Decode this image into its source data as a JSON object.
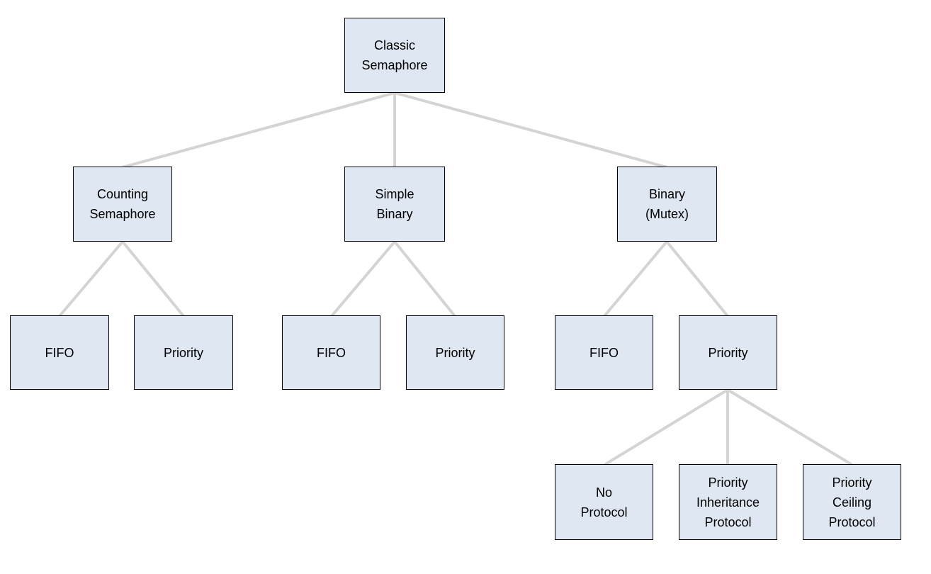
{
  "diagram": {
    "type": "tree",
    "colors": {
      "background": "#ffffff",
      "node_fill": "#dfe7f2",
      "node_border": "#000000",
      "text": "#000000",
      "connector": "#d4d4d4"
    },
    "nodes": {
      "classic_semaphore": {
        "label": "Classic\nSemaphore"
      },
      "counting_semaphore": {
        "label": "Counting\nSemaphore"
      },
      "simple_binary": {
        "label": "Simple\nBinary"
      },
      "binary_mutex": {
        "label": "Binary\n(Mutex)"
      },
      "counting_fifo": {
        "label": "FIFO"
      },
      "counting_priority": {
        "label": "Priority"
      },
      "simple_fifo": {
        "label": "FIFO"
      },
      "simple_priority": {
        "label": "Priority"
      },
      "binary_fifo": {
        "label": "FIFO"
      },
      "binary_priority": {
        "label": "Priority"
      },
      "no_protocol": {
        "label": "No\nProtocol"
      },
      "priority_inheritance_protocol": {
        "label": "Priority\nInheritance\nProtocol"
      },
      "priority_ceiling_protocol": {
        "label": "Priority\nCeiling\nProtocol"
      }
    },
    "edges": [
      {
        "from": "classic_semaphore",
        "to": "counting_semaphore"
      },
      {
        "from": "classic_semaphore",
        "to": "simple_binary"
      },
      {
        "from": "classic_semaphore",
        "to": "binary_mutex"
      },
      {
        "from": "counting_semaphore",
        "to": "counting_fifo"
      },
      {
        "from": "counting_semaphore",
        "to": "counting_priority"
      },
      {
        "from": "simple_binary",
        "to": "simple_fifo"
      },
      {
        "from": "simple_binary",
        "to": "simple_priority"
      },
      {
        "from": "binary_mutex",
        "to": "binary_fifo"
      },
      {
        "from": "binary_mutex",
        "to": "binary_priority"
      },
      {
        "from": "binary_priority",
        "to": "no_protocol"
      },
      {
        "from": "binary_priority",
        "to": "priority_inheritance_protocol"
      },
      {
        "from": "binary_priority",
        "to": "priority_ceiling_protocol"
      }
    ]
  }
}
